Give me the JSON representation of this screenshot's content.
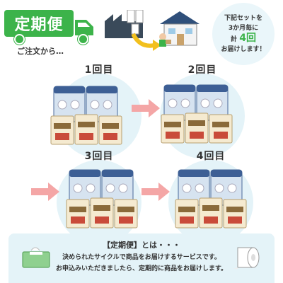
{
  "header": {
    "service_title": "定期便",
    "order_label": "ご注文から…",
    "badge": {
      "line1": "下記セットを",
      "line2": "3か月毎に",
      "total_prefix": "計",
      "total_count": "4回",
      "line4": "お届けします！"
    }
  },
  "steps": [
    {
      "label": "1回目"
    },
    {
      "label": "2回目"
    },
    {
      "label": "3回目"
    },
    {
      "label": "4回目"
    }
  ],
  "info": {
    "title": "【定期便】とは・・・",
    "line1": "決められたサイクルで商品をお届けするサービスです。",
    "line2": "お申込みいただきましたら、定期的に商品をお届けします。"
  },
  "colors": {
    "brand_green": "#3cb34a",
    "circle_bg": "#e4f3f8",
    "arrow_pink": "#f4a6a6",
    "house_roof": "#2f4f7a"
  }
}
